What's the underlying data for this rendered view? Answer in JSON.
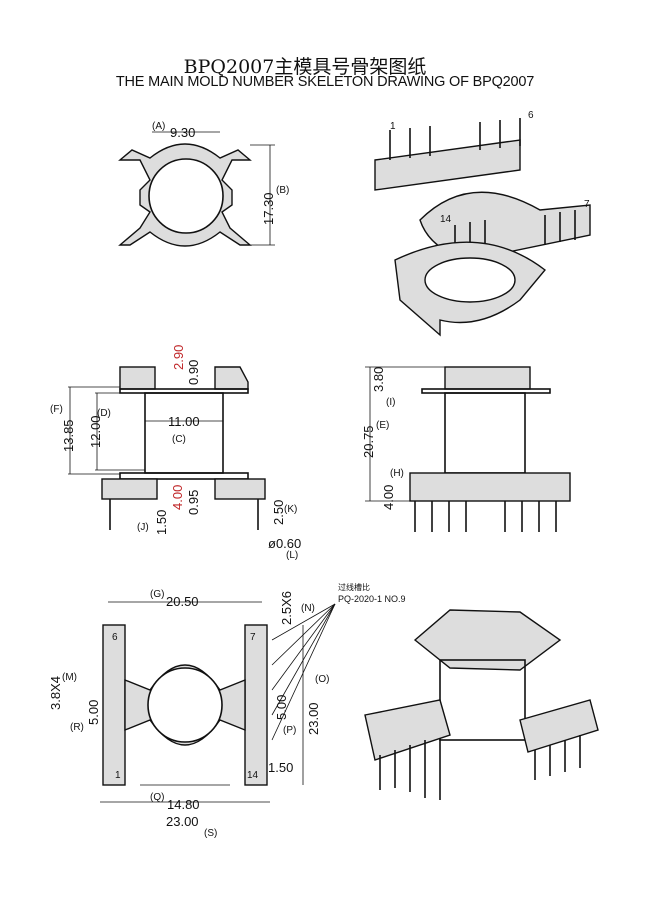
{
  "title_cn": "BPQ2007主模具号骨架图纸",
  "title_en": "THE MAIN MOLD NUMBER SKELETON DRAWING OF BPQ2007",
  "top_view": {
    "dim_a": "9.30",
    "label_a": "(A)",
    "dim_b": "17.30",
    "label_b": "(B)"
  },
  "iso_top": {
    "pins": [
      "1",
      "6",
      "14",
      "7"
    ]
  },
  "side_view": {
    "dim_red_top": "2.90",
    "dim_090": "0.90",
    "dim_f": "13.85",
    "label_f": "(F)",
    "dim_d": "12.00",
    "label_d": "(D)",
    "dim_c": "11.00",
    "label_c": "(C)",
    "dim_red_bottom": "4.00",
    "dim_095": "0.95",
    "dim_j": "1.50",
    "label_j": "(J)",
    "dim_k": "2.50",
    "label_k": "(K)",
    "dim_l": "ø0.60",
    "label_l": "(L)"
  },
  "front_view": {
    "dim_i": "3.80",
    "label_i": "(I)",
    "dim_e": "20.75",
    "label_e": "(E)",
    "dim_h": "4.00",
    "label_h": "(H)"
  },
  "bottom_view": {
    "note_line1": "过线槽比",
    "note_line2": "PQ-2020-1 NO.9",
    "dim_g": "20.50",
    "label_g": "(G)",
    "dim_n": "2.5X6",
    "label_n": "(N)",
    "dim_m": "3.8X4",
    "label_m": "(M)",
    "dim_r": "5.00",
    "label_r": "(R)",
    "dim_o": "23.00",
    "label_o": "(O)",
    "dim_p": "5.00",
    "label_p": "(P)",
    "dim_150": "1.50",
    "dim_q": "14.80",
    "label_q": "(Q)",
    "dim_s": "23.00",
    "label_s": "(S)",
    "pins": [
      "6",
      "7",
      "1",
      "14"
    ]
  }
}
